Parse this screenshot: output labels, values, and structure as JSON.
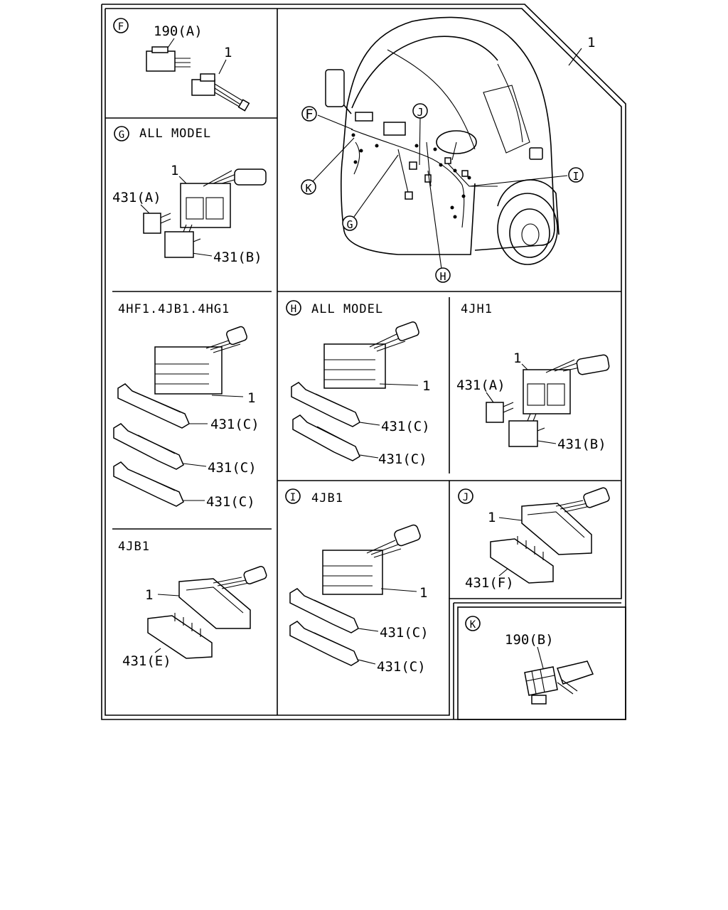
{
  "diagram": {
    "main_ref": "1",
    "callouts": {
      "F": "F",
      "G": "G",
      "H": "H",
      "I": "I",
      "J": "J",
      "K": "K"
    },
    "panels": {
      "F": {
        "letter": "F",
        "header": "",
        "labels": {
          "part_a": "190(A)",
          "part_b": "1"
        }
      },
      "G": {
        "letter": "G",
        "header": "ALL MODEL",
        "labels": {
          "connector": "1",
          "relay_a": "431(A)",
          "relay_b": "431(B)"
        }
      },
      "G2": {
        "header": "4HF1.4JB1.4HG1",
        "labels": {
          "connector": "1",
          "lock1": "431(C)",
          "lock2": "431(C)",
          "lock3": "431(C)"
        }
      },
      "G3": {
        "header": "4JB1",
        "labels": {
          "connector": "1",
          "lock": "431(E)"
        }
      },
      "H": {
        "letter": "H",
        "header": "ALL MODEL",
        "labels": {
          "connector": "1",
          "lock1": "431(C)",
          "lock2": "431(C)"
        }
      },
      "H2": {
        "header": "4JH1",
        "labels": {
          "connector": "1",
          "relay_a": "431(A)",
          "relay_b": "431(B)"
        }
      },
      "I": {
        "letter": "I",
        "header": "4JB1",
        "labels": {
          "connector": "1",
          "lock1": "431(C)",
          "lock2": "431(C)"
        }
      },
      "J": {
        "letter": "J",
        "header": "",
        "labels": {
          "connector": "1",
          "lock": "431(F)"
        }
      },
      "K": {
        "letter": "K",
        "header": "",
        "labels": {
          "part": "190(B)"
        }
      }
    }
  }
}
